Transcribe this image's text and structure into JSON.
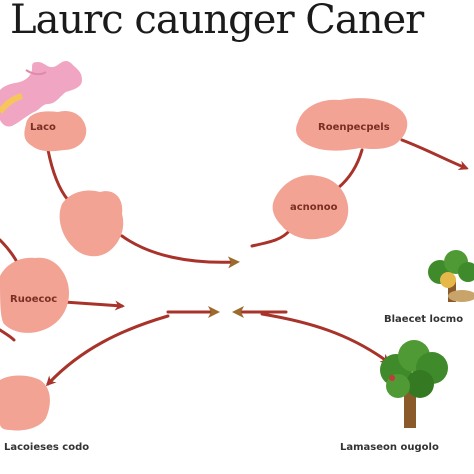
{
  "title": "Laurc caunger Caner",
  "nodes": {
    "top_left_blob": "Laco",
    "top_right_blob": "Roenpecpels",
    "mid_right_blob": "acnonoo",
    "left_blob": "Ruoecoc",
    "tree_top_right": "Blaecet locmo",
    "bottom_left": "Lacoieses codo",
    "bottom_right": "Lamaseon ougolo"
  },
  "icons": {
    "flower_top_left": "pink-flower-icon",
    "tree_upper": "tree-icon",
    "tree_lower": "broccoli-tree-icon"
  },
  "colors": {
    "blob_fill": "#f2a394",
    "arrow_red": "#a8332a",
    "arrow_brown": "#9b6a2c",
    "tree_green": "#3f8a2a",
    "trunk": "#8a5a2b",
    "flower_pink": "#f0a6c2"
  }
}
